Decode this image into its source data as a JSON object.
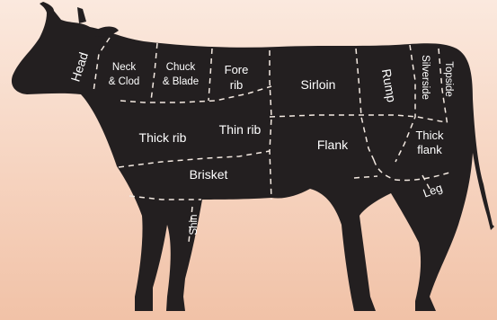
{
  "diagram": {
    "colors": {
      "background_top": "#fbe9de",
      "background_bottom": "#f1c2a7",
      "body": "#231f20",
      "text": "#ffffff"
    },
    "cuts": {
      "head": "Head",
      "neck_clod_1": "Neck",
      "neck_clod_2": "& Clod",
      "chuck_blade_1": "Chuck",
      "chuck_blade_2": "& Blade",
      "fore_rib_1": "Fore",
      "fore_rib_2": "rib",
      "sirloin": "Sirloin",
      "rump": "Rump",
      "silverside": "Silverside",
      "topside": "Topside",
      "thick_rib": "Thick rib",
      "thin_rib": "Thin rib",
      "flank": "Flank",
      "thick_flank_1": "Thick",
      "thick_flank_2": "flank",
      "brisket": "Brisket",
      "leg": "Leg",
      "shin": "Shin"
    }
  }
}
